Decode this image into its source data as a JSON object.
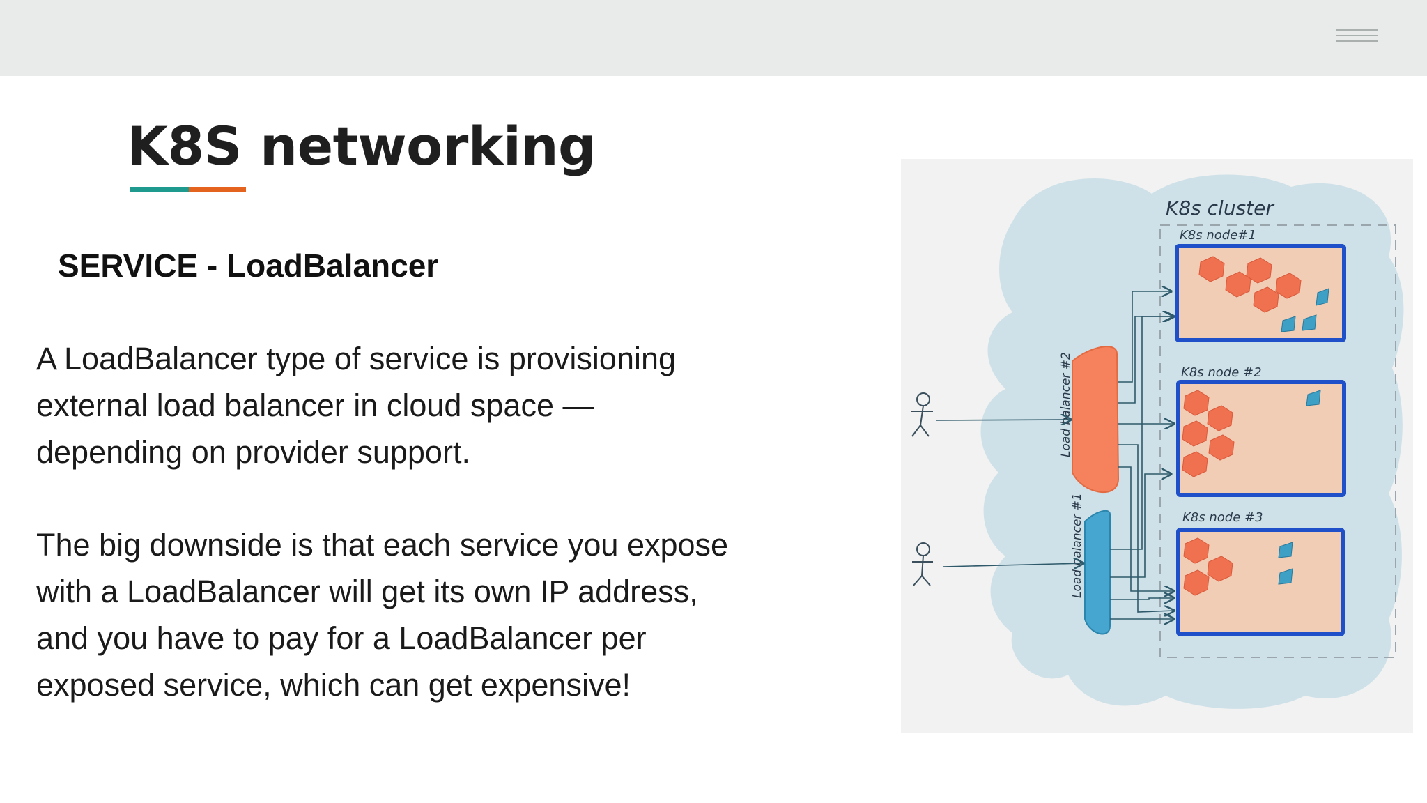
{
  "slide": {
    "title": "K8S networking",
    "subtitle": "SERVICE - LoadBalancer",
    "paragraph1_lines": [
      "A LoadBalancer type of service is provisioning",
      "external load balancer in cloud space —",
      "depending on provider support."
    ],
    "paragraph2_lines": [
      "The big downside is that each service you expose",
      "with a LoadBalancer will get its own IP address,",
      "and you have to pay for a LoadBalancer per",
      "exposed service, which can get expensive!"
    ]
  },
  "diagram": {
    "cluster_label": "K8s cluster",
    "node_labels": [
      "K8s node#1",
      "K8s node #2",
      "K8s node #3"
    ],
    "lb_labels": [
      "Load balancer #2",
      "Load balancer #1"
    ]
  },
  "colors": {
    "accent_teal": "#1e9a8e",
    "accent_orange": "#e4631f",
    "topbar": "#e8ebea",
    "cloud": "#cfe1e8",
    "node_border": "#1f4fc9",
    "node_fill": "#f2cdb6",
    "pod_orange": "#f0714f",
    "pod_blue": "#3fa0c5",
    "lb_orange": "#f5825c",
    "lb_blue": "#46a6cf"
  },
  "icons": {
    "menu": "hamburger-menu-icon"
  }
}
